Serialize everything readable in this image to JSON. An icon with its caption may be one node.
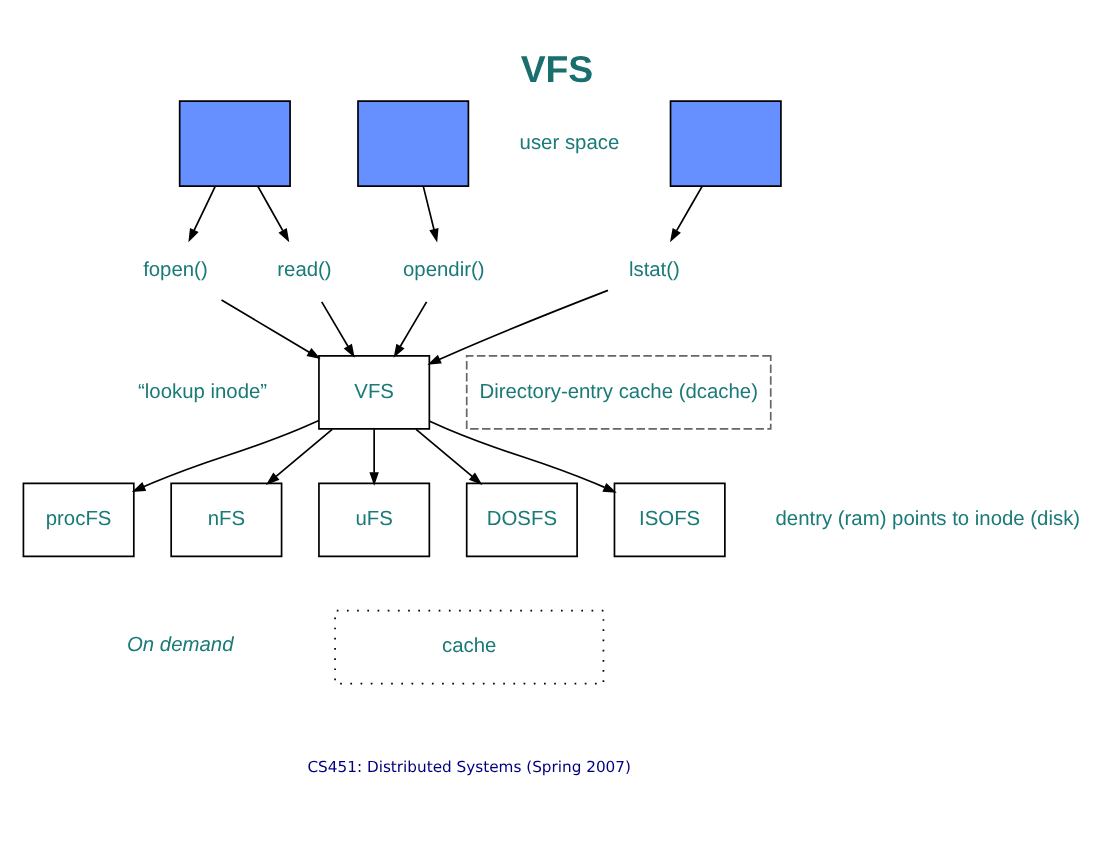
{
  "diagram": {
    "title": "VFS",
    "nodes": [
      {
        "text": [],
        "shape": "box"
      },
      {
        "text": [],
        "shape": "box"
      },
      {
        "text": [],
        "shape": "box"
      },
      {
        "text": [
          "fopen()"
        ]
      },
      {
        "text": [
          "read()"
        ]
      },
      {
        "text": [
          "opendir()"
        ]
      },
      {
        "text": [
          "lstat()"
        ]
      },
      {
        "text": [
          "VFS"
        ]
      },
      {
        "text": [
          "Directory-entry cache (dcache)"
        ]
      },
      {
        "text": [
          "procFS"
        ]
      },
      {
        "text": [
          "nFS"
        ]
      },
      {
        "text": [
          "uFS"
        ]
      },
      {
        "text": [
          "DOSFS"
        ]
      },
      {
        "text": [
          "ISOFS"
        ]
      },
      {
        "text": [
          "cache"
        ]
      }
    ],
    "edges": [
      {
        "from": 0,
        "to": 3,
        "arrow": "to"
      },
      {
        "from": 0,
        "to": 4,
        "arrow": "to"
      },
      {
        "from": 1,
        "to": 5,
        "arrow": "to"
      },
      {
        "from": 2,
        "to": 6,
        "arrow": "to"
      },
      {
        "from": 3,
        "to": 7,
        "arrow": "to"
      },
      {
        "from": 4,
        "to": 7,
        "arrow": "to"
      },
      {
        "from": 5,
        "to": 7,
        "arrow": "to"
      },
      {
        "from": 6,
        "to": 7,
        "arrow": "to"
      },
      {
        "from": 7,
        "to": 9,
        "arrow": "to"
      },
      {
        "from": 7,
        "to": 10,
        "arrow": "to"
      },
      {
        "from": 7,
        "to": 11,
        "arrow": "to"
      },
      {
        "from": 7,
        "to": 12,
        "arrow": "to"
      },
      {
        "from": 7,
        "to": 13,
        "arrow": "to"
      }
    ],
    "labels": [
      "user space",
      "“lookup inode”",
      "dentry (ram) points to inode (disk)",
      "On demand",
      "CS451: Distributed Systems (Spring 2007)"
    ]
  }
}
